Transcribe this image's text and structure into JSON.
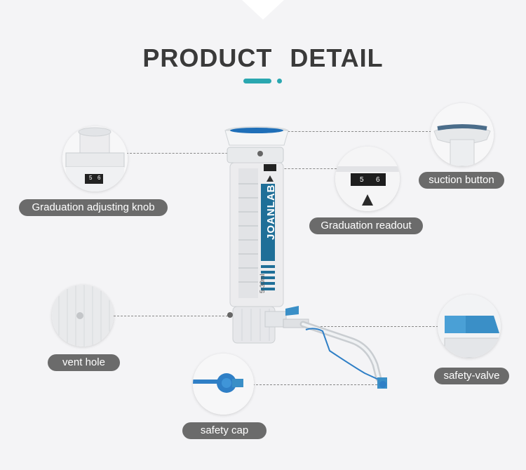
{
  "title": "PRODUCT  DETAIL",
  "brand": "JOANLAB",
  "model": "5-30",
  "model_unit": "ml",
  "readout": {
    "left": "5",
    "right": "6"
  },
  "labels": {
    "adjusting_knob": "Graduation adjusting knob",
    "suction_button": "suction button",
    "graduation_readout": "Graduation readout",
    "vent_hole": "vent hole",
    "safety_valve": "safety-valve",
    "safety_cap": "safety cap"
  },
  "colors": {
    "accent": "#2aa7b0",
    "brand_blue": "#1f6f98",
    "label_bg": "#6b6b6b",
    "valve_blue": "#3a8fc7"
  }
}
